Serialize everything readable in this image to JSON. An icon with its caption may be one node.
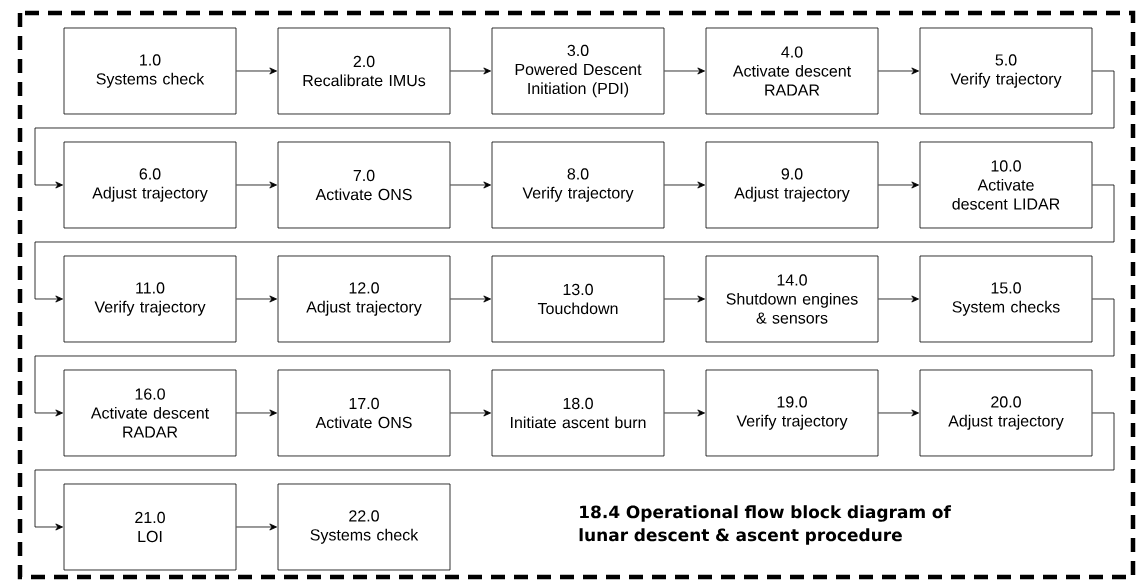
{
  "diagram": {
    "caption": "18.4 Operational flow block diagram of lunar descent & ascent procedure",
    "nodes": [
      {
        "text": [
          "1.0",
          "Systems check"
        ]
      },
      {
        "text": [
          "2.0",
          "Recalibrate IMUs"
        ]
      },
      {
        "text": [
          "3.0",
          "Powered Descent Initiation (PDI)"
        ]
      },
      {
        "text": [
          "4.0",
          "Activate descent RADAR"
        ]
      },
      {
        "text": [
          "5.0",
          "Verify trajectory"
        ]
      },
      {
        "text": [
          "6.0",
          "Adjust trajectory"
        ]
      },
      {
        "text": [
          "7.0",
          "Activate ONS"
        ]
      },
      {
        "text": [
          "8.0",
          "Verify trajectory"
        ]
      },
      {
        "text": [
          "9.0",
          "Adjust trajectory"
        ]
      },
      {
        "text": [
          "10.0",
          "Activate descent LIDAR"
        ]
      },
      {
        "text": [
          "11.0",
          "Verify trajectory"
        ]
      },
      {
        "text": [
          "12.0",
          "Adjust trajectory"
        ]
      },
      {
        "text": [
          "13.0",
          "Touchdown"
        ]
      },
      {
        "text": [
          "14.0",
          "Shutdown engines & sensors"
        ]
      },
      {
        "text": [
          "15.0",
          "System checks"
        ]
      },
      {
        "text": [
          "16.0",
          "Activate descent RADAR"
        ]
      },
      {
        "text": [
          "17.0",
          "Activate ONS"
        ]
      },
      {
        "text": [
          "18.0",
          "Initiate ascent burn"
        ]
      },
      {
        "text": [
          "19.0",
          "Verify trajectory"
        ]
      },
      {
        "text": [
          "20.0",
          "Adjust trajectory"
        ]
      },
      {
        "text": [
          "21.0",
          "LOI"
        ]
      },
      {
        "text": [
          "22.0",
          "Systems check"
        ]
      }
    ],
    "edges": [
      {
        "from": 0,
        "to": 1,
        "arrow": "to"
      },
      {
        "from": 1,
        "to": 2,
        "arrow": "to"
      },
      {
        "from": 2,
        "to": 3,
        "arrow": "to"
      },
      {
        "from": 3,
        "to": 4,
        "arrow": "to"
      },
      {
        "from": 4,
        "to": 5,
        "arrow": "to"
      },
      {
        "from": 5,
        "to": 6,
        "arrow": "to"
      },
      {
        "from": 6,
        "to": 7,
        "arrow": "to"
      },
      {
        "from": 7,
        "to": 8,
        "arrow": "to"
      },
      {
        "from": 8,
        "to": 9,
        "arrow": "to"
      },
      {
        "from": 9,
        "to": 10,
        "arrow": "to"
      },
      {
        "from": 10,
        "to": 11,
        "arrow": "to"
      },
      {
        "from": 11,
        "to": 12,
        "arrow": "to"
      },
      {
        "from": 12,
        "to": 13,
        "arrow": "to"
      },
      {
        "from": 13,
        "to": 14,
        "arrow": "to"
      },
      {
        "from": 14,
        "to": 15,
        "arrow": "to"
      },
      {
        "from": 15,
        "to": 16,
        "arrow": "to"
      },
      {
        "from": 16,
        "to": 17,
        "arrow": "to"
      },
      {
        "from": 17,
        "to": 18,
        "arrow": "to"
      },
      {
        "from": 18,
        "to": 19,
        "arrow": "to"
      },
      {
        "from": 19,
        "to": 20,
        "arrow": "to"
      },
      {
        "from": 20,
        "to": 21,
        "arrow": "to"
      }
    ]
  }
}
